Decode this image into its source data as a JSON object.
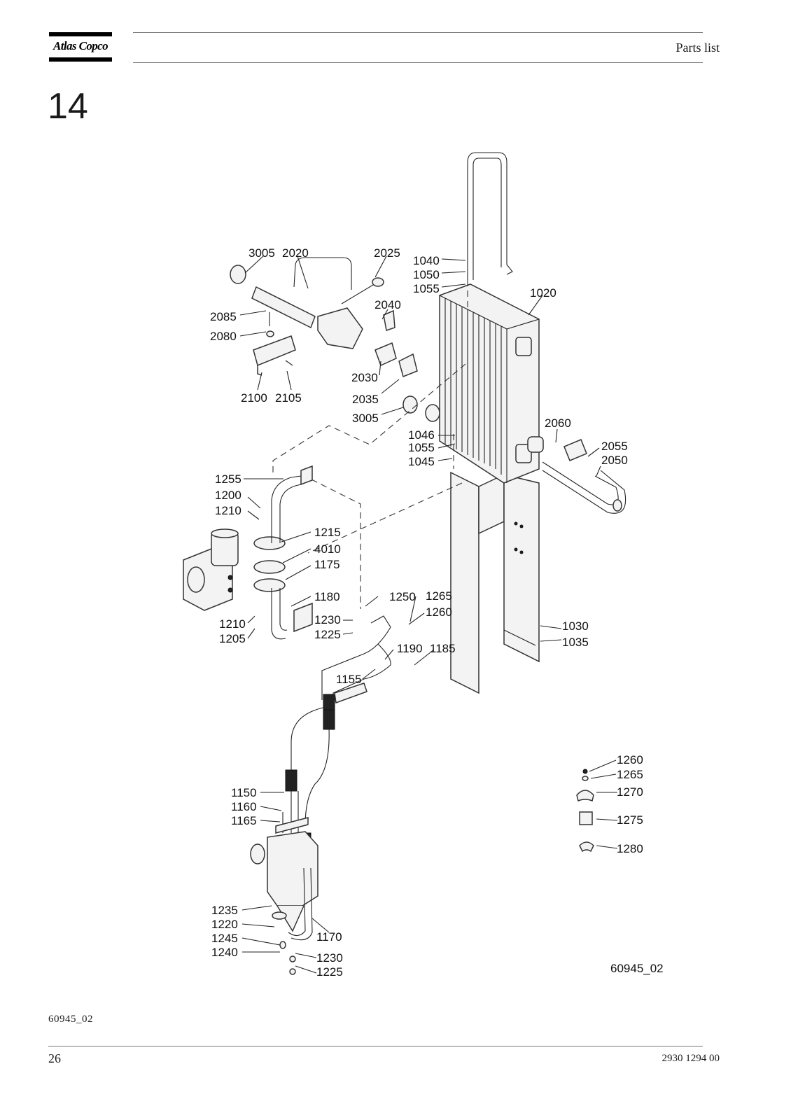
{
  "header": {
    "logo_text": "Atlas Copco",
    "title": "Parts list"
  },
  "section_number": "14",
  "figure": {
    "drawing_id": "60945_02",
    "callouts": [
      {
        "id": "c3005a",
        "text": "3005"
      },
      {
        "id": "c2020",
        "text": "2020"
      },
      {
        "id": "c2025",
        "text": "2025"
      },
      {
        "id": "c1040",
        "text": "1040"
      },
      {
        "id": "c1050",
        "text": "1050"
      },
      {
        "id": "c1055a",
        "text": "1055"
      },
      {
        "id": "c1020",
        "text": "1020"
      },
      {
        "id": "c2040",
        "text": "2040"
      },
      {
        "id": "c2085",
        "text": "2085"
      },
      {
        "id": "c2080",
        "text": "2080"
      },
      {
        "id": "c2030",
        "text": "2030"
      },
      {
        "id": "c2035",
        "text": "2035"
      },
      {
        "id": "c2100",
        "text": "2100"
      },
      {
        "id": "c2105",
        "text": "2105"
      },
      {
        "id": "c3005b",
        "text": "3005"
      },
      {
        "id": "c2060",
        "text": "2060"
      },
      {
        "id": "c1046",
        "text": "1046"
      },
      {
        "id": "c1055b",
        "text": "1055"
      },
      {
        "id": "c1045",
        "text": "1045"
      },
      {
        "id": "c2055",
        "text": "2055"
      },
      {
        "id": "c2050",
        "text": "2050"
      },
      {
        "id": "c1255",
        "text": "1255"
      },
      {
        "id": "c1200",
        "text": "1200"
      },
      {
        "id": "c1210a",
        "text": "1210"
      },
      {
        "id": "c1215",
        "text": "1215"
      },
      {
        "id": "c4010",
        "text": "4010"
      },
      {
        "id": "c1175",
        "text": "1175"
      },
      {
        "id": "c1180",
        "text": "1180"
      },
      {
        "id": "c1250",
        "text": "1250"
      },
      {
        "id": "c1265a",
        "text": "1265"
      },
      {
        "id": "c1260a",
        "text": "1260"
      },
      {
        "id": "c1210b",
        "text": "1210"
      },
      {
        "id": "c1230a",
        "text": "1230"
      },
      {
        "id": "c1205",
        "text": "1205"
      },
      {
        "id": "c1225a",
        "text": "1225"
      },
      {
        "id": "c1030",
        "text": "1030"
      },
      {
        "id": "c1035",
        "text": "1035"
      },
      {
        "id": "c1190",
        "text": "1190"
      },
      {
        "id": "c1185",
        "text": "1185"
      },
      {
        "id": "c1155",
        "text": "1155"
      },
      {
        "id": "c1260b",
        "text": "1260"
      },
      {
        "id": "c1265b",
        "text": "1265"
      },
      {
        "id": "c1270",
        "text": "1270"
      },
      {
        "id": "c1275",
        "text": "1275"
      },
      {
        "id": "c1280",
        "text": "1280"
      },
      {
        "id": "c1150",
        "text": "1150"
      },
      {
        "id": "c1160",
        "text": "1160"
      },
      {
        "id": "c1165",
        "text": "1165"
      },
      {
        "id": "c1235",
        "text": "1235"
      },
      {
        "id": "c1220",
        "text": "1220"
      },
      {
        "id": "c1245",
        "text": "1245"
      },
      {
        "id": "c1240",
        "text": "1240"
      },
      {
        "id": "c1170",
        "text": "1170"
      },
      {
        "id": "c1230b",
        "text": "1230"
      },
      {
        "id": "c1225b",
        "text": "1225"
      }
    ]
  },
  "footer": {
    "figure_caption": "60945_02",
    "page_number": "26",
    "document_number": "2930 1294 00"
  }
}
